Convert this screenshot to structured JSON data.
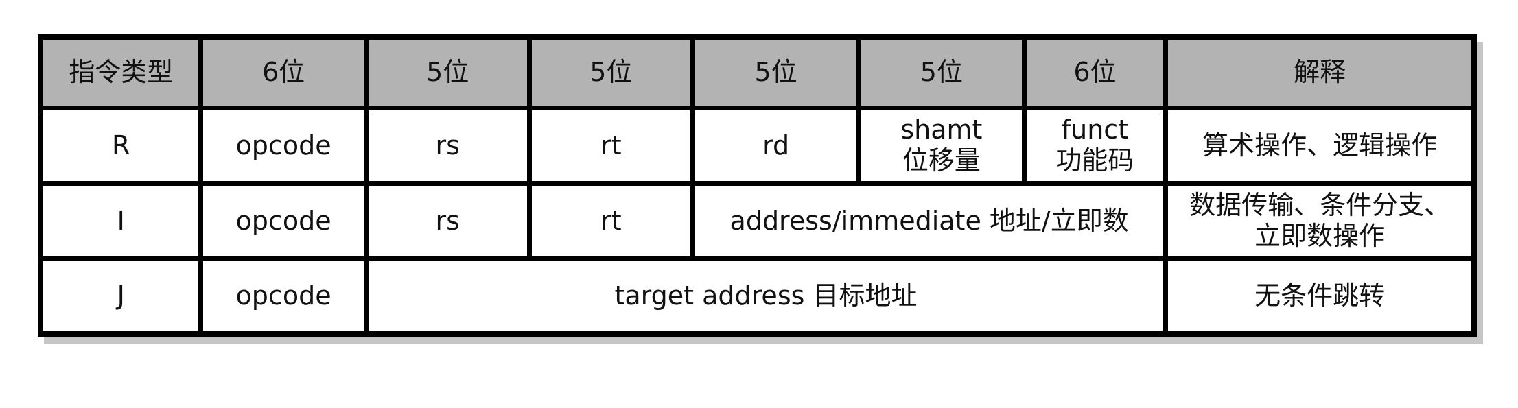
{
  "colors": {
    "header_bg": "#b3b3b3",
    "border_color": "#000000",
    "shadow_color": "#c6c6c6",
    "cell_bg": "#ffffff",
    "text_color": "#111111"
  },
  "table": {
    "header": {
      "instruction_type": "指令类型",
      "col_6bit_1": "6位",
      "col_5bit_1": "5位",
      "col_5bit_2": "5位",
      "col_5bit_3": "5位",
      "col_5bit_4": "5位",
      "col_6bit_2": "6位",
      "explanation": "解释"
    },
    "rows": {
      "r": {
        "label": "R",
        "opcode": "opcode",
        "rs": "rs",
        "rt": "rt",
        "rd": "rd",
        "shamt": "shamt\n位移量",
        "funct": "funct\n功能码",
        "explanation": "算术操作、逻辑操作"
      },
      "i": {
        "label": "I",
        "opcode": "opcode",
        "rs": "rs",
        "rt": "rt",
        "address_immediate": "address/immediate 地址/立即数",
        "explanation": "数据传输、条件分支、\n立即数操作"
      },
      "j": {
        "label": "J",
        "opcode": "opcode",
        "target_address": "target address 目标地址",
        "explanation": "无条件跳转"
      }
    }
  }
}
